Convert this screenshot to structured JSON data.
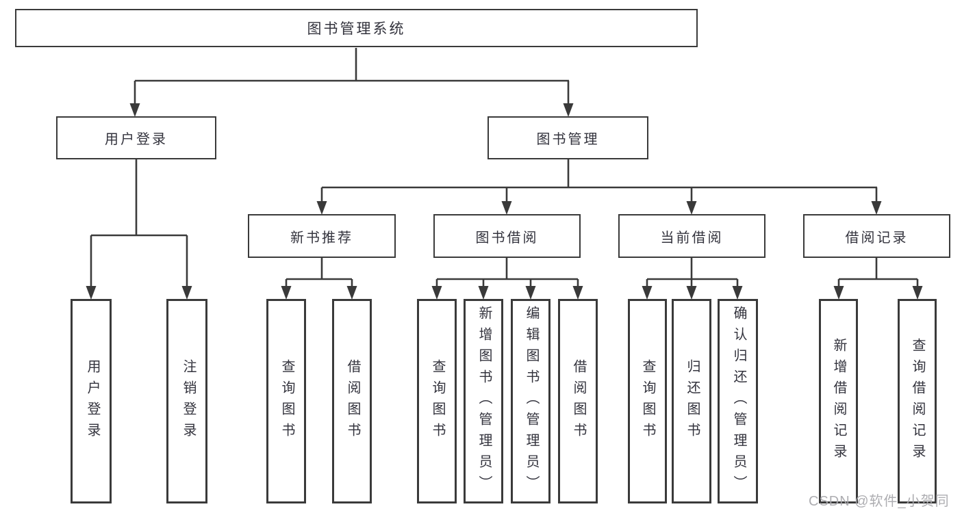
{
  "tree": {
    "root": "图书管理系统",
    "children": [
      {
        "label": "用户登录",
        "children": [
          "用户登录",
          "注销登录"
        ]
      },
      {
        "label": "图书管理",
        "children": [
          {
            "label": "新书推荐",
            "children": [
              "查询图书",
              "借阅图书"
            ]
          },
          {
            "label": "图书借阅",
            "children": [
              "查询图书",
              "新增图书（管理员）",
              "编辑图书（管理员）",
              "借阅图书"
            ]
          },
          {
            "label": "当前借阅",
            "children": [
              "查询图书",
              "归还图书",
              "确认归还（管理员）"
            ]
          },
          {
            "label": "借阅记录",
            "children": [
              "新增借阅记录",
              "查询借阅记录"
            ]
          }
        ]
      }
    ]
  },
  "watermark": {
    "text": "CSDN @软件_小贺同学"
  },
  "colors": {
    "line": "#3a3a3a",
    "box_border": "#3a3a3a",
    "text": "#33333d",
    "background": "#ffffff",
    "watermark": "#a9a9ad"
  }
}
